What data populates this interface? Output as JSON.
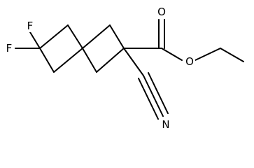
{
  "molecule": {
    "atoms": {
      "fluorine_1": "F",
      "fluorine_2": "F",
      "carbonyl_oxygen": "O",
      "ester_oxygen": "O",
      "nitrile_nitrogen": "N"
    }
  }
}
